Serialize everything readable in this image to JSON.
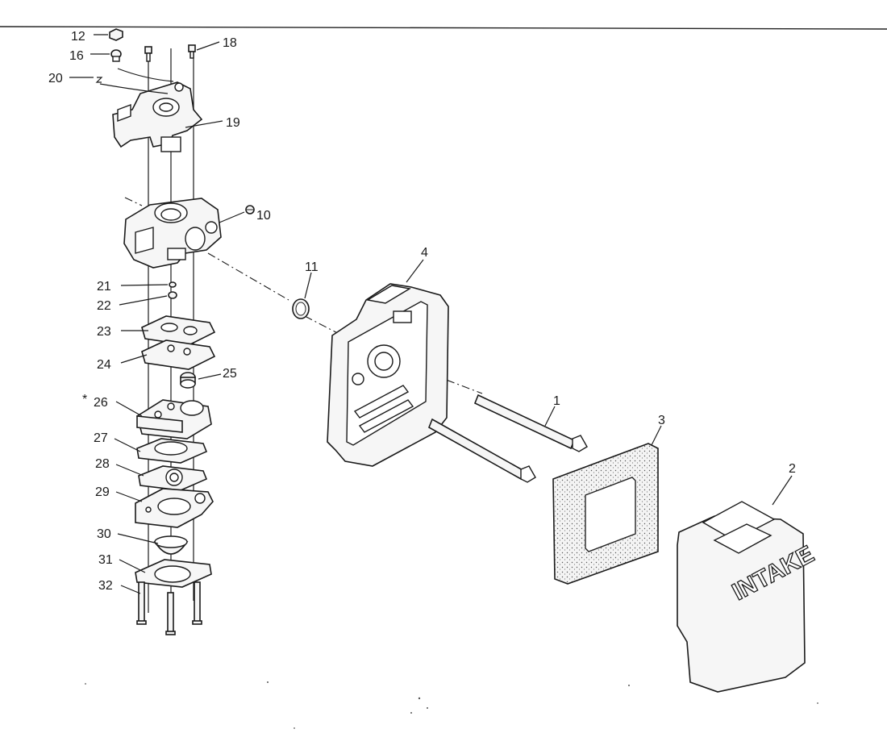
{
  "diagram": {
    "part_labels": [
      "1",
      "2",
      "3",
      "4",
      "10",
      "11",
      "12",
      "16",
      "18",
      "19",
      "20",
      "21",
      "22",
      "23",
      "24",
      "25",
      "26",
      "27",
      "28",
      "29",
      "30",
      "31",
      "32"
    ],
    "asterisk_mark": "*",
    "cover_text": "INTAKE"
  }
}
